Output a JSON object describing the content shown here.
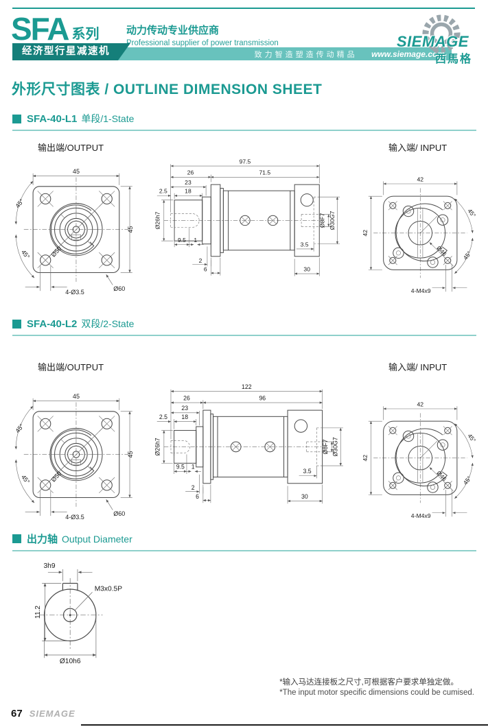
{
  "header": {
    "logo_series": "SFA",
    "logo_suffix": "系列",
    "tagline_cn_1": "动力传动",
    "tagline_cn_2": "专业供应商",
    "tagline_en": "Professional supplier of power transmission",
    "banner_product": "经济型行星减速机",
    "banner_slogan": "致力智造塑造传动精品",
    "banner_url": "www.siemage.com",
    "brand_name": "SIEMAGE",
    "brand_cn": "西馬格"
  },
  "page_title": "外形尺寸图表 / OUTLINE DIMENSION SHEET",
  "sections": {
    "l1": {
      "name": "SFA-40-L1",
      "subtitle": "单段/1-State",
      "output_label": "输出端/OUTPUT",
      "input_label": "输入端/ INPUT"
    },
    "l2": {
      "name": "SFA-40-L2",
      "subtitle": "双段/2-State",
      "output_label": "输出端/OUTPUT",
      "input_label": "输入端/ INPUT"
    },
    "shaft": {
      "title_cn": "出力轴",
      "title_en": "Output Diameter"
    }
  },
  "output_flange": {
    "width": "45",
    "height": "45",
    "angle_top": "45°",
    "angle_bottom": "45°",
    "bolt_circle": "Ø50",
    "mount_holes": "4-Ø3.5",
    "pilot_dia": "Ø60"
  },
  "input_flange": {
    "width": "42",
    "height": "42",
    "angle_top": "45°",
    "angle_bottom": "45°",
    "pilot_dia": "Ø46",
    "mount_holes": "4-M4x9"
  },
  "side_l1": {
    "total_length": "97.5",
    "output_section": "26",
    "body_length": "71.5",
    "dim_23": "23",
    "dim_18": "18",
    "dim_2_5": "2.5",
    "hub_dia": "Ø26h7",
    "bore_depth": "9.5",
    "dim_1": "1",
    "dim_2": "2",
    "flange_thk": "6",
    "adapter_len": "30",
    "motor_bore": "Ø8F7",
    "spigot_bore": "Ø30G7",
    "recess_depth": "3.5"
  },
  "side_l2": {
    "total_length": "122",
    "output_section": "26",
    "body_length": "96",
    "dim_23": "23",
    "dim_18": "18",
    "dim_2_5": "2.5",
    "hub_dia": "Ø26h7",
    "bore_depth": "9.5",
    "dim_1": "1",
    "dim_2": "2",
    "flange_thk": "6",
    "adapter_len": "30",
    "motor_bore": "Ø8F7",
    "spigot_bore": "Ø30G7",
    "recess_depth": "3.5"
  },
  "output_shaft": {
    "key_width": "3h9",
    "key_height": "11.2",
    "thread": "M3x0.5P",
    "dia": "Ø10h6"
  },
  "footnote_cn": "*输入马达连接板之尺寸,可根据客户要求单独定做。",
  "footnote_en": "*The input motor specific dimensions could be cumised.",
  "footer": {
    "page_number": "67",
    "brand": "SIEMAGE"
  },
  "colors": {
    "teal": "#1b9a92",
    "teal_dark": "#157f7a",
    "teal_light": "#68c2bd",
    "gear_gray": "#9aa6ac",
    "footer_gray": "#b0b0b0",
    "line": "#4a4a4a"
  }
}
